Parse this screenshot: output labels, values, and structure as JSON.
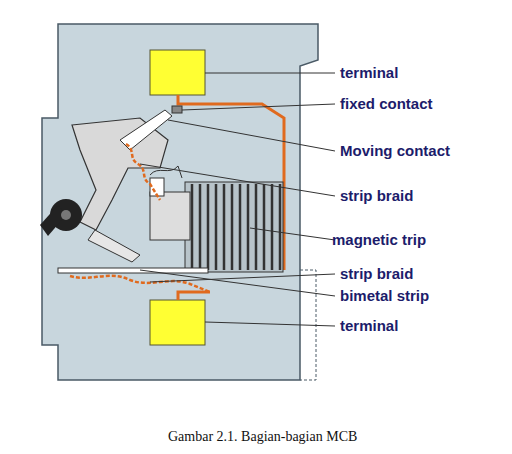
{
  "diagram": {
    "caption": "Gambar 2.1. Bagian-bagian MCB",
    "labels": [
      "terminal",
      "fixed contact",
      "Moving contact",
      "strip braid",
      "magnetic trip",
      "strip braid",
      "bimetal strip",
      "terminal"
    ]
  }
}
